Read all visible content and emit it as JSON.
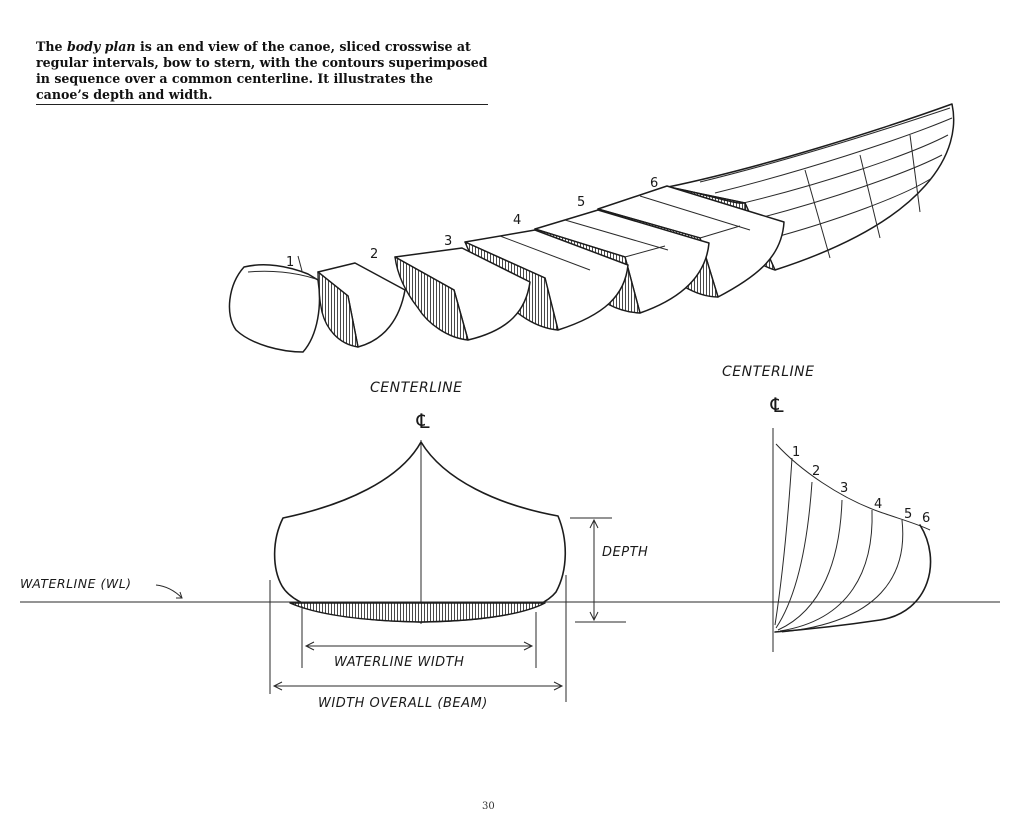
{
  "caption": {
    "before": "The ",
    "emph": "body plan",
    "after": " is an end view of the canoe, sliced crosswise at regular intervals, bow to stern, with the contours superimposed in sequence over a common centerline. It illustrates the canoe’s depth and width."
  },
  "sections_view": {
    "labels": [
      "1",
      "2",
      "3",
      "4",
      "5",
      "6"
    ]
  },
  "cross_section": {
    "centerline_label": "CENTERLINE",
    "centerline_symbol": "℄",
    "depth_label": "DEPTH",
    "waterline_label": "WATERLINE (WL)",
    "waterline_width_label": "WATERLINE WIDTH",
    "beam_label": "WIDTH OVERALL (BEAM)"
  },
  "body_plan": {
    "centerline_label": "CENTERLINE",
    "centerline_symbol": "℄",
    "station_labels": [
      "1",
      "2",
      "3",
      "4",
      "5",
      "6"
    ]
  },
  "page_number": "30"
}
